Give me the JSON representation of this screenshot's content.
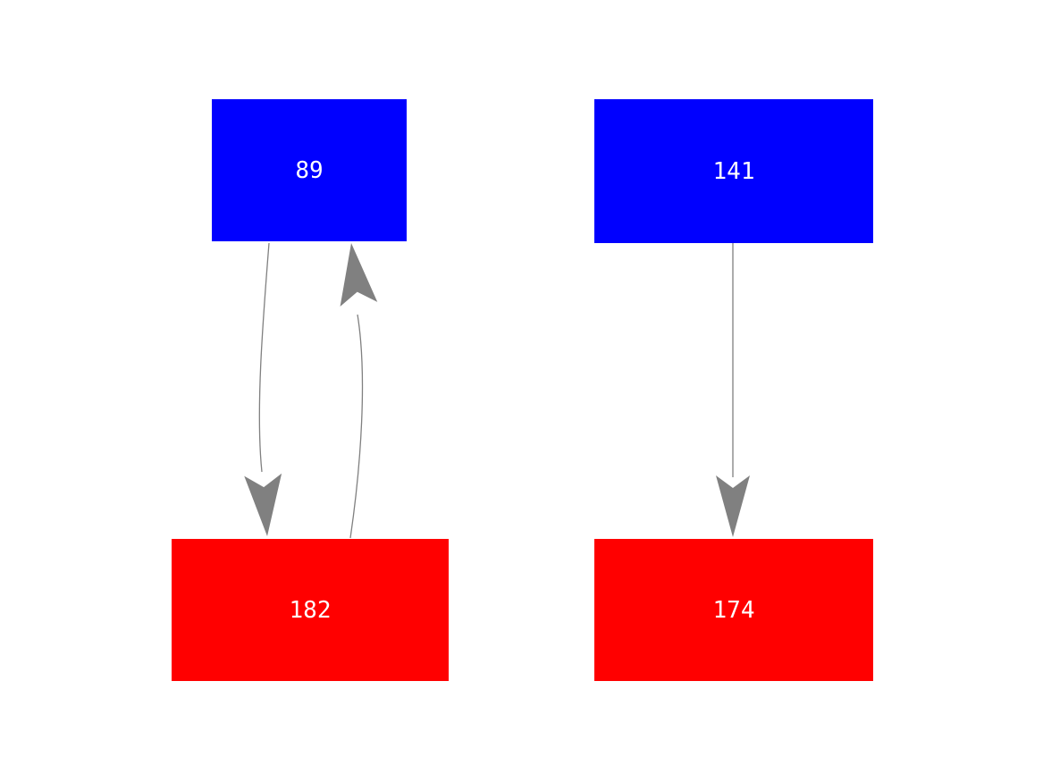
{
  "diagram": {
    "kind": "directed-graph",
    "background_color": "#ffffff",
    "edge_color": "#808080",
    "node_fill_blue": "#0000ff",
    "node_fill_red": "#ff0000",
    "label_color": "#ffffff",
    "nodes": [
      {
        "id": "node-89",
        "label": "89",
        "fill": "#0000ff",
        "text_color": "#ffffff"
      },
      {
        "id": "node-141",
        "label": "141",
        "fill": "#0000ff",
        "text_color": "#ffffff"
      },
      {
        "id": "node-182",
        "label": "182",
        "fill": "#ff0000",
        "text_color": "#ffffff"
      },
      {
        "id": "node-174",
        "label": "174",
        "fill": "#ff0000",
        "text_color": "#ffffff"
      }
    ],
    "edges": [
      {
        "from": "89",
        "to": "182",
        "style": "curved",
        "color": "#808080"
      },
      {
        "from": "182",
        "to": "89",
        "style": "curved",
        "color": "#808080"
      },
      {
        "from": "141",
        "to": "174",
        "style": "straight",
        "color": "#808080"
      }
    ]
  }
}
